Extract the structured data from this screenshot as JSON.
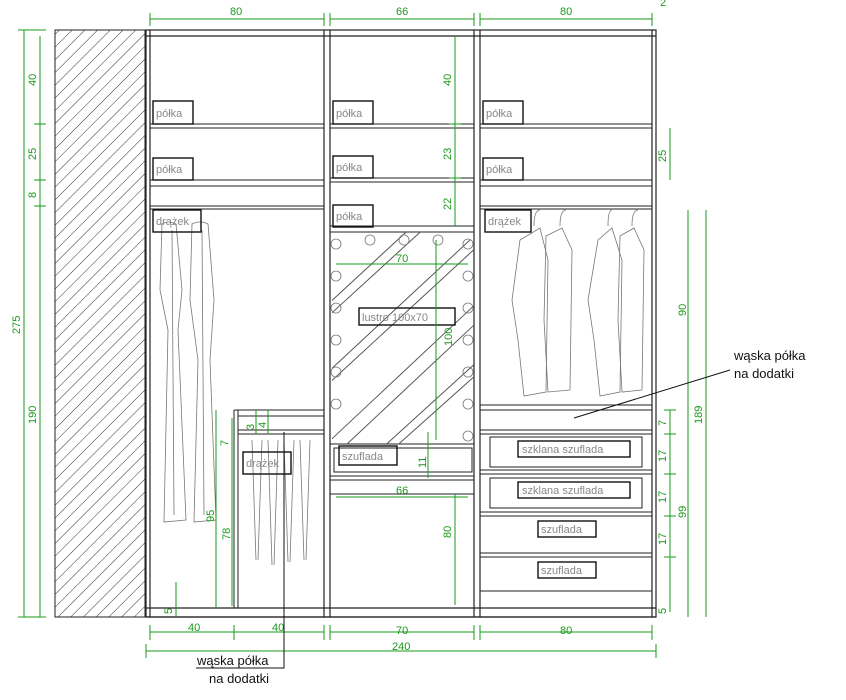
{
  "dimensions": {
    "top": [
      "80",
      "66",
      "80"
    ],
    "left": [
      "40",
      "25",
      "8",
      "275",
      "190"
    ],
    "mid_shelves": [
      "40",
      "23",
      "22"
    ],
    "right_side": [
      "25",
      "90",
      "189",
      "7",
      "17",
      "17",
      "99",
      "17",
      "5"
    ],
    "right_top_partial": "2",
    "left_compartment": [
      "7",
      "3",
      "4",
      "95",
      "78",
      "5"
    ],
    "mirror_width": "70",
    "mirror_height": "100",
    "drawer_height": "11",
    "lower_width": "66",
    "lower_height": "80",
    "bottom": [
      "40",
      "40",
      "70",
      "80"
    ],
    "total": "240"
  },
  "labels": {
    "shelf": "półka",
    "rod": "drążek",
    "mirror": "lustro 100x70",
    "drawer": "szuflada",
    "glass_drawer": "szklana szuflada"
  },
  "notes": {
    "right_line1": "wąska półka",
    "right_line2": "na dodatki",
    "bottom_line1": "wąska półka",
    "bottom_line2": "na dodatki"
  },
  "colors": {
    "dimension": "#1a9a1a",
    "outline": "#222222",
    "label_text": "#888888"
  }
}
